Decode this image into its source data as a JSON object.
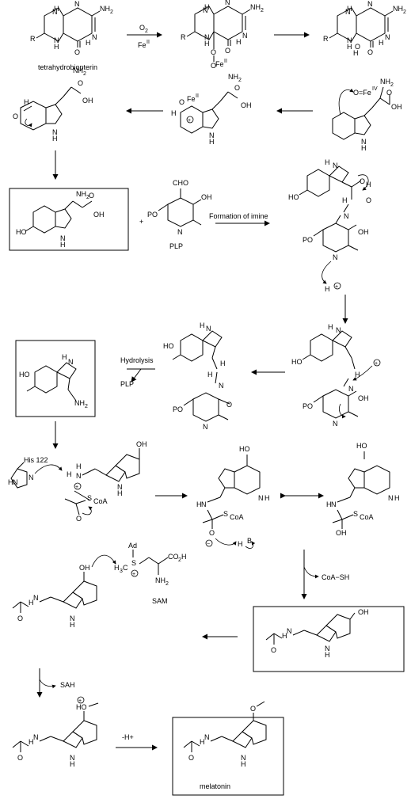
{
  "labels": {
    "o2": "O",
    "o2_sub": "2",
    "fe_cat": "Fe",
    "fe_cat_sup": "II",
    "tetrahydrobiopterin": "tetrahydrobiopterin",
    "feiv": "O=Fe",
    "feiv_sup": "IV",
    "fe_ii_mid": "Fe",
    "fe_ii_mid_sup": "II",
    "formation_imine": "Formation of imine",
    "plp": "PLP",
    "hydrolysis": "Hydrolysis",
    "plp2": "PLP",
    "his122": "His 122",
    "coa_sh": "CoA−SH",
    "sam": "SAM",
    "sah": "SAH",
    "minus_h": "-H+",
    "melatonin": "melatonin",
    "plus": "+",
    "nh2": "NH",
    "nh2_sub": "2",
    "cooh": "OH",
    "co2h": "CO",
    "co2h_sub": "2",
    "co2h_h": "H",
    "h_atom": "H",
    "n_atom": "N",
    "o_atom": "O",
    "r_atom": "R",
    "oh": "OH",
    "ho": "HO",
    "po": "PO",
    "cho": "CHO",
    "coa": "CoA",
    "s_atom": "S",
    "b_atom": "B",
    "ad": "Ad",
    "h3c": "H",
    "h3c_sub": "3",
    "h3c_c": "C",
    "charge_plus": "+",
    "charge_minus": "−"
  }
}
